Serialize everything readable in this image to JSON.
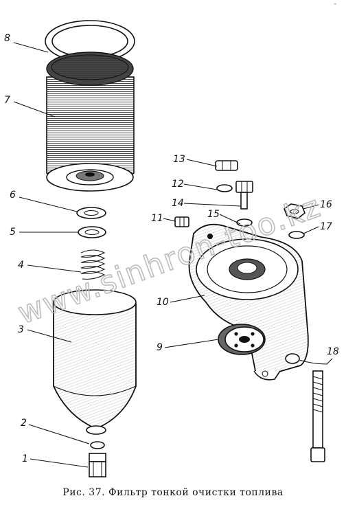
{
  "caption": "Рис. 37. Фильтр тонкой очистки топлива",
  "watermark": "www.sinhron-too.kz",
  "corner_mark": "–",
  "callouts": [
    {
      "id": "c1",
      "label": "1"
    },
    {
      "id": "c2",
      "label": "2"
    },
    {
      "id": "c3",
      "label": "3"
    },
    {
      "id": "c4",
      "label": "4"
    },
    {
      "id": "c5",
      "label": "5"
    },
    {
      "id": "c6",
      "label": "6"
    },
    {
      "id": "c7",
      "label": "7"
    },
    {
      "id": "c8",
      "label": "8"
    },
    {
      "id": "c9",
      "label": "9"
    },
    {
      "id": "c10",
      "label": "10"
    },
    {
      "id": "c11",
      "label": "11"
    },
    {
      "id": "c12",
      "label": "12"
    },
    {
      "id": "c13",
      "label": "13"
    },
    {
      "id": "c14",
      "label": "14"
    },
    {
      "id": "c15",
      "label": "15"
    },
    {
      "id": "c16",
      "label": "16"
    },
    {
      "id": "c17",
      "label": "17"
    },
    {
      "id": "c18",
      "label": "18"
    }
  ]
}
